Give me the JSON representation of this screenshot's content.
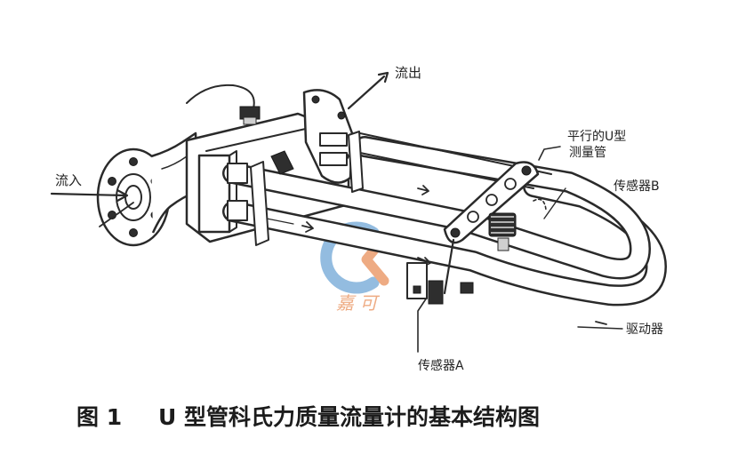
{
  "labels": {
    "outflow": "流出",
    "inflow": "流入",
    "tubes_line1": "平行的U型",
    "tubes_line2": "测量管",
    "sensor_b": "传感器B",
    "sensor_a": "传感器A",
    "driver": "驱动器"
  },
  "watermark": {
    "text": "嘉 可",
    "colors": {
      "blue": "#6fa6d6",
      "orange": "#e9905a"
    }
  },
  "caption": {
    "figure_number": "图 1",
    "title": "U 型管科氏力质量流量计的基本结构图"
  }
}
